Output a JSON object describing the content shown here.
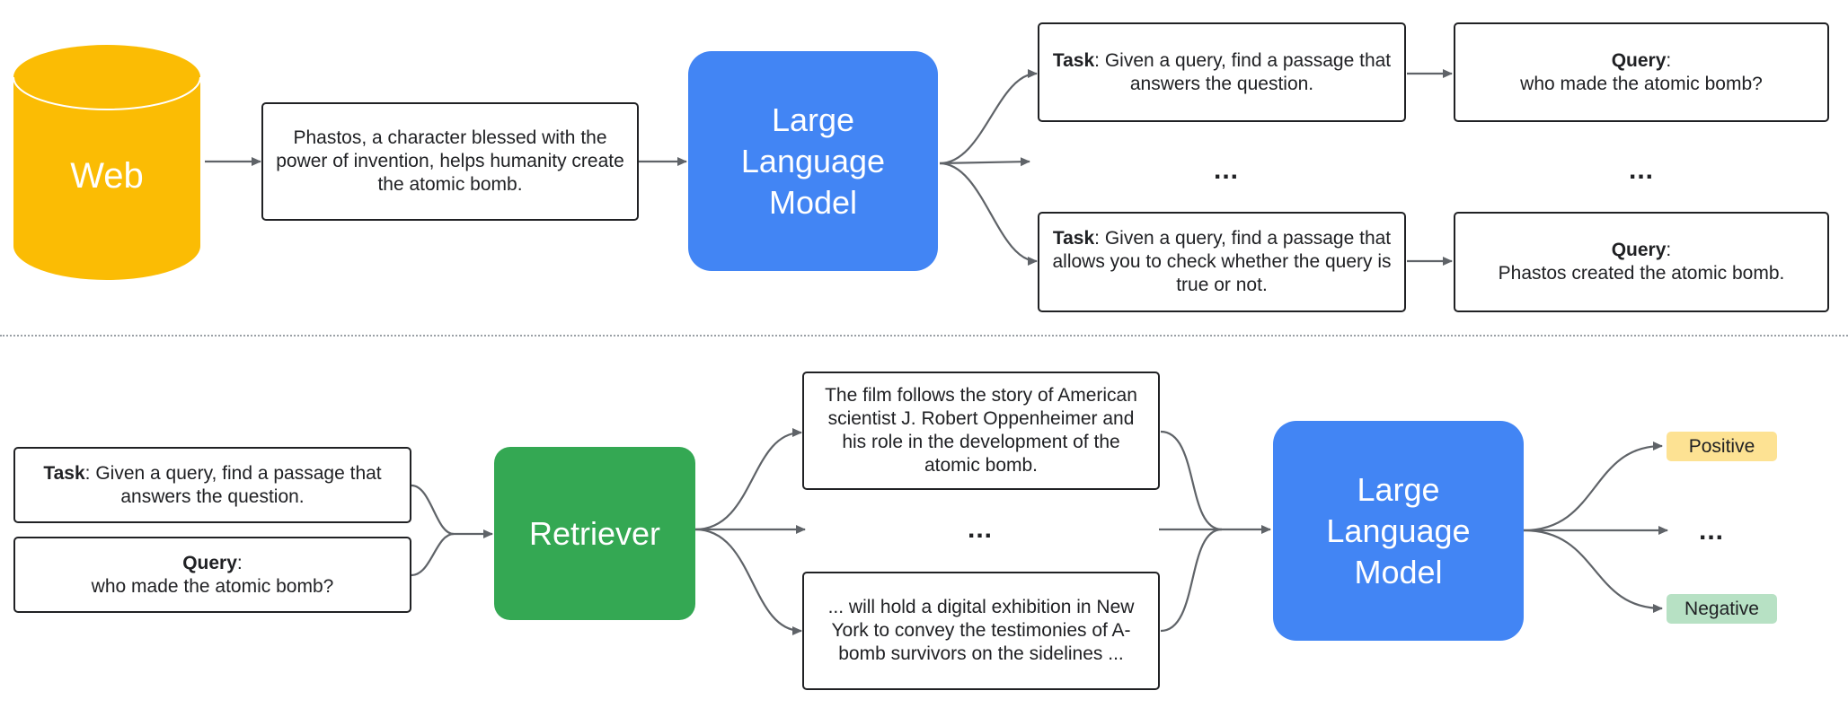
{
  "top": {
    "web_label": "Web",
    "document_text": "Phastos, a character blessed with the power of invention, helps humanity create the atomic bomb.",
    "llm_label_line1": "Large",
    "llm_label_line2": "Language",
    "llm_label_line3": "Model",
    "tasks": [
      {
        "prefix": "Task",
        "text": ": Given a query, find a passage that answers the question."
      },
      {
        "prefix": "Task",
        "text": ": Given a query, find a passage that allows you to check whether the query is true or not."
      }
    ],
    "queries": [
      {
        "prefix": "Query",
        "colon": ":",
        "text": "who made the atomic bomb?"
      },
      {
        "prefix": "Query",
        "colon": ":",
        "text": "Phastos created the atomic bomb."
      }
    ],
    "ellipsis_task": "...",
    "ellipsis_query": "..."
  },
  "bottom": {
    "task": {
      "prefix": "Task",
      "text": ": Given a query, find a passage that answers the question."
    },
    "query": {
      "prefix": "Query",
      "colon": ":",
      "text": "who made the atomic bomb?"
    },
    "retriever_label": "Retriever",
    "passages": [
      "The film follows the story of American scientist J. Robert Oppenheimer and his role in the development of the atomic bomb.",
      "... will hold a digital exhibition in New York to convey the testimonies of A-bomb survivors on the sidelines ..."
    ],
    "ellipsis_passage": "...",
    "llm_label_line1": "Large",
    "llm_label_line2": "Language",
    "llm_label_line3": "Model",
    "labels": {
      "positive": "Positive",
      "negative": "Negative",
      "ellipsis": "..."
    }
  },
  "colors": {
    "web": "#fbbc04",
    "llm": "#4285f4",
    "retriever": "#34a853",
    "positive": "#fde293",
    "negative": "#b7e1c4",
    "arrow": "#5f6368",
    "border": "#202124"
  }
}
